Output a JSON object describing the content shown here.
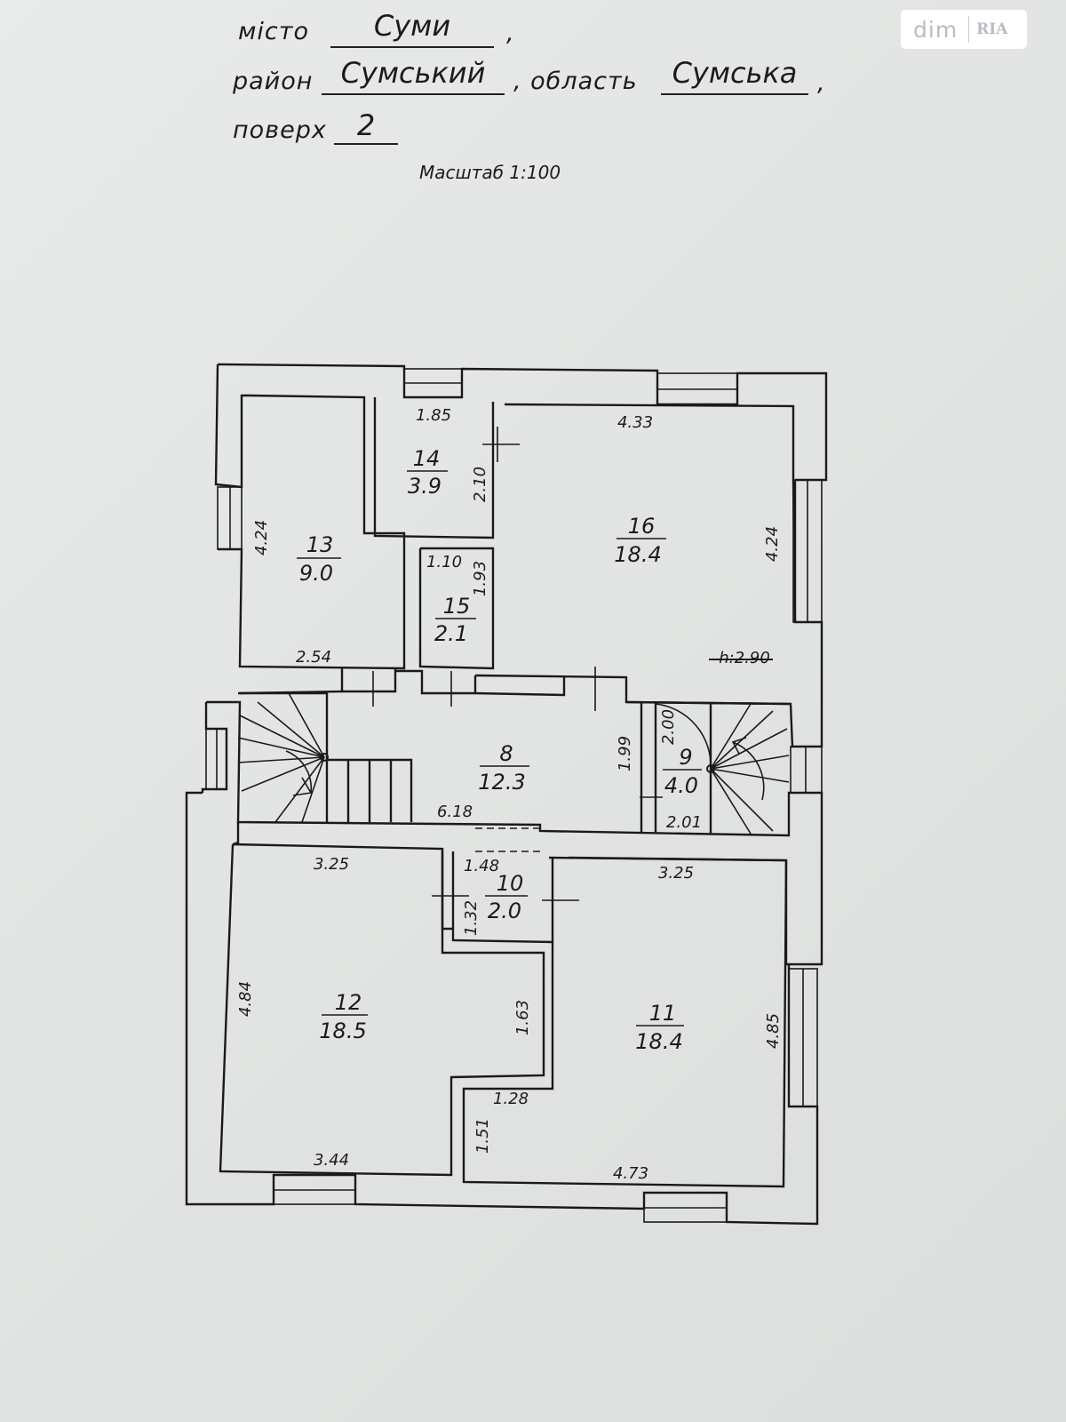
{
  "header": {
    "city_label": "місто",
    "city_value": "Суми",
    "district_label": "район",
    "district_value": "Сумський",
    "region_label": ", область",
    "region_value": "Сумська",
    "floor_label": "поверх",
    "floor_value": "2",
    "comma": ",",
    "scale": "Масштаб 1:100"
  },
  "logo": {
    "part1": "dim",
    "part2": "RIA"
  },
  "rooms": [
    {
      "id": "13",
      "number": "13",
      "area": "9.0"
    },
    {
      "id": "14",
      "number": "14",
      "area": "3.9"
    },
    {
      "id": "15",
      "number": "15",
      "area": "2.1"
    },
    {
      "id": "16",
      "number": "16",
      "area": "18.4"
    },
    {
      "id": "8",
      "number": "8",
      "area": "12.3"
    },
    {
      "id": "9",
      "number": "9",
      "area": "4.0"
    },
    {
      "id": "10",
      "number": "10",
      "area": "2.0"
    },
    {
      "id": "12",
      "number": "12",
      "area": "18.5"
    },
    {
      "id": "11",
      "number": "11",
      "area": "18.4"
    }
  ],
  "dimensions": [
    "1.85",
    "4.33",
    "2.10",
    "4.24",
    "4.24",
    "1.10",
    "1.93",
    "2.54",
    "h:2.90",
    "2.00",
    "1.99",
    "6.18",
    "2.01",
    "3.25",
    "1.48",
    "3.25",
    "1.32",
    "4.84",
    "1.63",
    "4.85",
    "1.28",
    "1.51",
    "3.44",
    "4.73"
  ]
}
